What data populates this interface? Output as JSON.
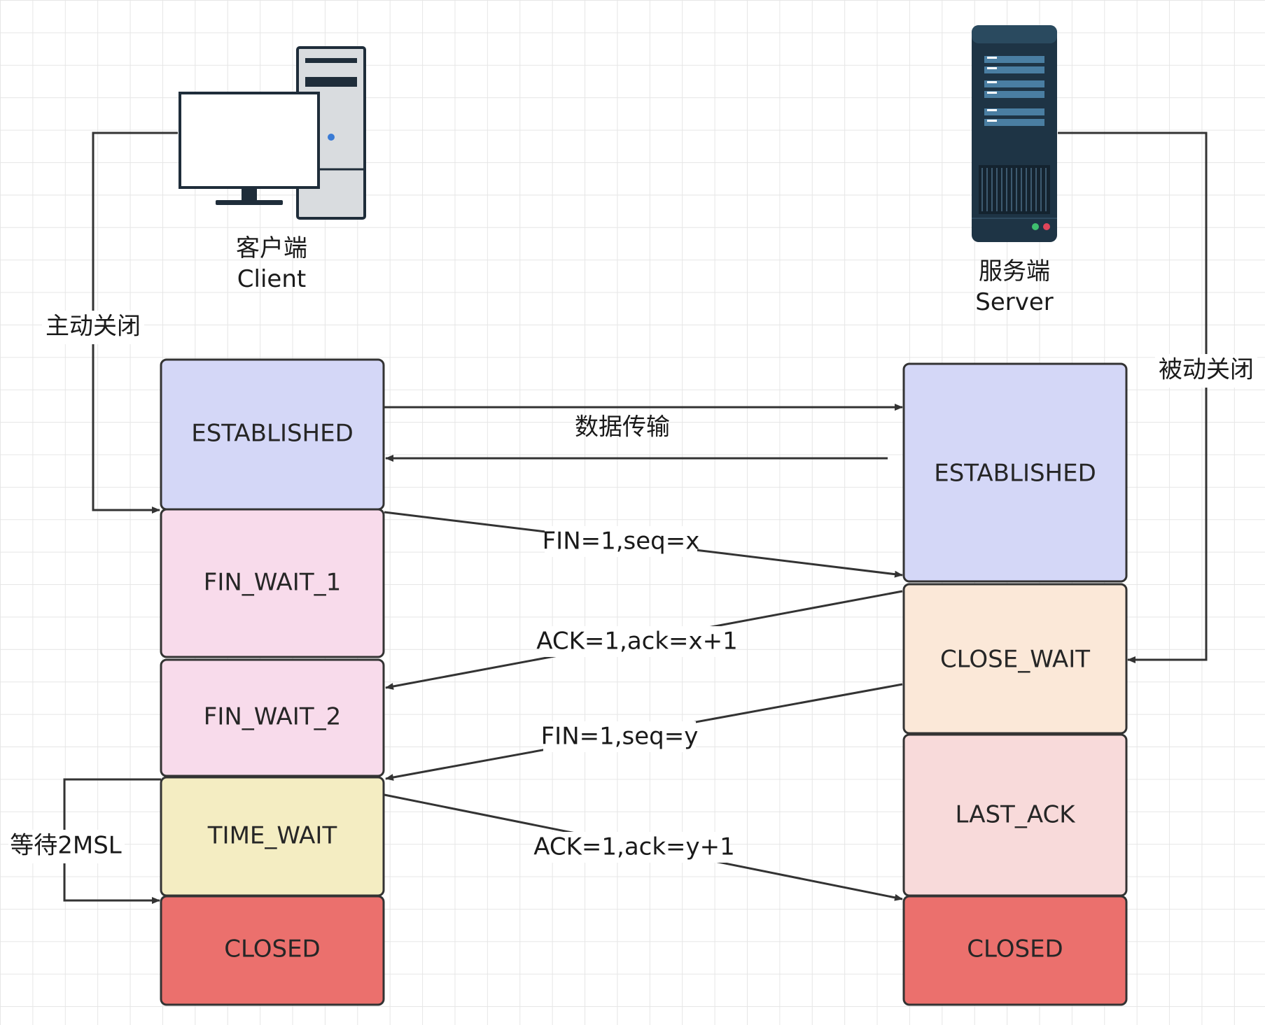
{
  "client": {
    "caption_cn": "客户端",
    "caption_en": "Client",
    "side_label": "主动关闭",
    "wait_label": "等待2MSL",
    "states": {
      "established": "ESTABLISHED",
      "fin_wait_1": "FIN_WAIT_1",
      "fin_wait_2": "FIN_WAIT_2",
      "time_wait": "TIME_WAIT",
      "closed": "CLOSED"
    }
  },
  "server": {
    "caption_cn": "服务端",
    "caption_en": "Server",
    "side_label": "被动关闭",
    "states": {
      "established": "ESTABLISHED",
      "close_wait": "CLOSE_WAIT",
      "last_ack": "LAST_ACK",
      "closed": "CLOSED"
    }
  },
  "messages": {
    "data_transfer": "数据传输",
    "fin1": "FIN=1,seq=x",
    "ack1": "ACK=1,ack=x+1",
    "fin2": "FIN=1,seq=y",
    "ack2": "ACK=1,ack=y+1"
  },
  "colors": {
    "established": "#d4d7f7",
    "fin_wait": "#f8dbeb",
    "time_wait": "#f4edc2",
    "close_wait": "#fbe8d8",
    "last_ack": "#f8dada",
    "closed": "#eb706d",
    "stroke": "#333333"
  },
  "icons": {
    "client": "desktop-computer-icon",
    "server": "server-rack-icon"
  }
}
